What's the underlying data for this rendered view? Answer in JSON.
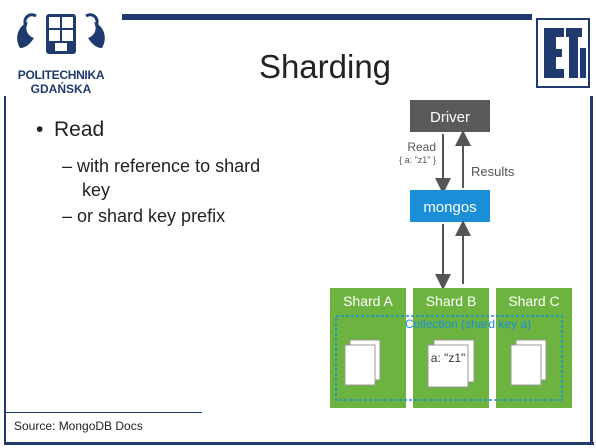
{
  "logo": {
    "line1": "POLITECHNIKA",
    "line2": "GDAŃSKA",
    "right_mark": "ETI"
  },
  "title": "Sharding",
  "bullets": {
    "main": "Read",
    "sub1_line1": "– with reference to shard",
    "sub1_line2": "key",
    "sub2": "– or shard key prefix"
  },
  "diagram": {
    "driver_label": "Driver",
    "read_label": "Read",
    "query_label": "{ a: \"z1\" }",
    "results_label": "Results",
    "mongos_label": "mongos",
    "shards": [
      "Shard A",
      "Shard B",
      "Shard C"
    ],
    "collection_label": "Collection (shard key a)",
    "doc_label": "a: \"z1\"",
    "colors": {
      "driver": "#5a5a5a",
      "mongos": "#1a8fd8",
      "shard": "#6db33f",
      "collection_border": "#1a8fd8"
    }
  },
  "source": "Source: MongoDB Docs"
}
